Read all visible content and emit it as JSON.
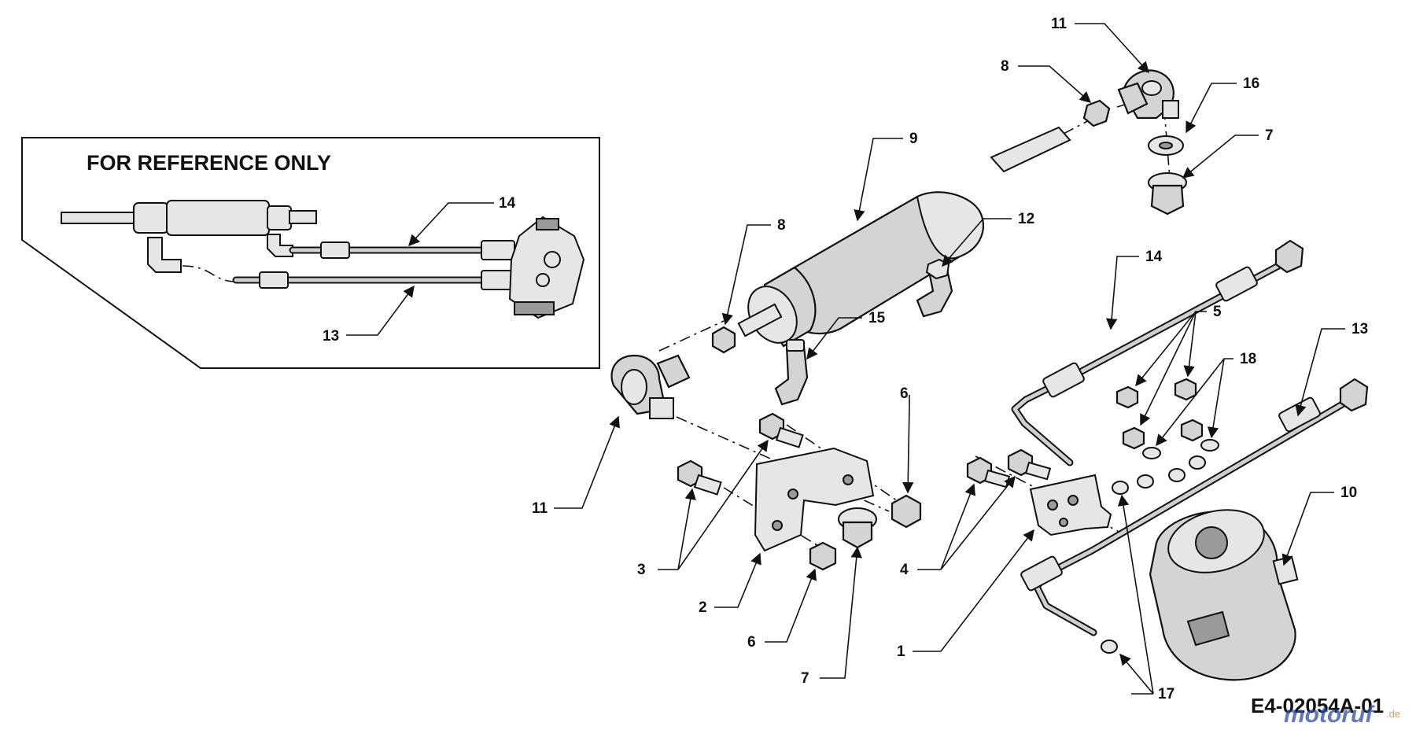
{
  "reference_box": {
    "title": "FOR REFERENCE ONLY",
    "callouts": [
      "14",
      "13"
    ]
  },
  "callouts": {
    "c11_top": "11",
    "c8_top": "8",
    "c16": "16",
    "c7_top": "7",
    "c9": "9",
    "c8_left": "8",
    "c12": "12",
    "c15": "15",
    "c14": "14",
    "c5": "5",
    "c18": "18",
    "c13": "13",
    "c6_right": "6",
    "c11_left": "11",
    "c10": "10",
    "c3": "3",
    "c4": "4",
    "c2": "2",
    "c1": "1",
    "c6_bottom": "6",
    "c7_bottom": "7",
    "c17": "17"
  },
  "figure_code": "E4-02054A-01",
  "watermark": {
    "text": "motoruf",
    "suffix": ".de"
  },
  "colors": {
    "ink": "#111111",
    "part_fill": "#d4d4d4",
    "watermark": "#2a4aa8",
    "watermark_accent": "#e07a1a"
  }
}
